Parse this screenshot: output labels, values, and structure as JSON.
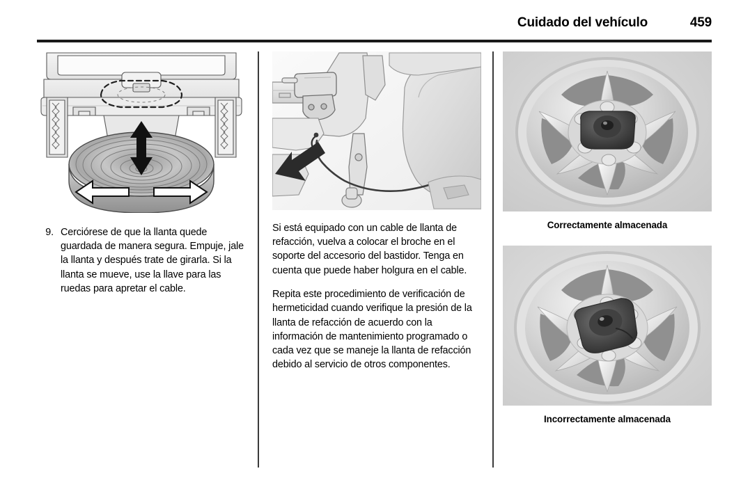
{
  "header": {
    "title": "Cuidado del vehículo",
    "page_number": "459"
  },
  "columns": {
    "left": {
      "figure": {
        "name": "spare-tire-stowage-diagram",
        "description": "Vista trasera del vehículo con la llanta de refacción debajo y flechas de empuje, jale y giro"
      },
      "step": {
        "number": "9.",
        "text": "Cerciórese de que la llanta quede guardada de manera segura. Empuje, jale la llanta y después trate de girarla. Si la llanta se mueve, use la llave para las ruedas para apretar el cable."
      }
    },
    "middle": {
      "figure": {
        "name": "frame-bracket-clip-diagram",
        "description": "Vista del bastidor con flecha que señala el broche del cable de la llanta de refacción"
      },
      "paragraphs": [
        "Si está equipado con un cable de llanta de refacción, vuelva a colocar el broche en el soporte del accesorio del bastidor. Tenga en cuenta que puede haber holgura en el cable.",
        "Repita este procedimiento de verificación de hermeticidad cuando verifique la presión de la llanta de refacción de acuerdo con la información de mantenimiento programado o cada vez que se maneje la llanta de refacción debido al servicio de otros componentes."
      ]
    },
    "right": {
      "figures": [
        {
          "name": "correctly-stowed-wheel-photo",
          "caption": "Correctamente almacenada"
        },
        {
          "name": "incorrectly-stowed-wheel-photo",
          "caption": "Incorrectamente almacenada"
        }
      ]
    }
  },
  "colors": {
    "rule": "#1a1a1a",
    "divider": "#3a3a3a",
    "photo_background": "#d4d4d4",
    "line_art_stroke": "#4a4a4a",
    "arrow_fill": "#1a1a1a"
  }
}
